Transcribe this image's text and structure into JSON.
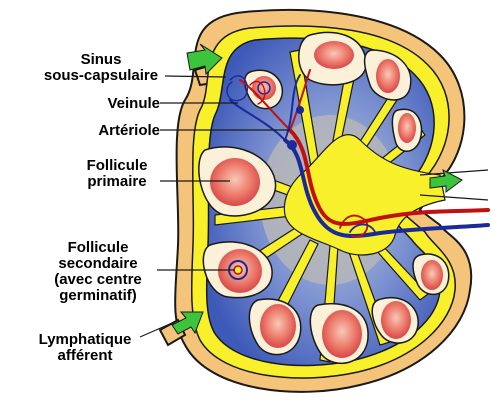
{
  "labels": {
    "sinus": [
      "Sinus",
      "sous-capsulaire"
    ],
    "veinule": "Veinule",
    "arteriole": "Artériole",
    "follicule_primaire": [
      "Follicule",
      "primaire"
    ],
    "follicule_secondaire": [
      "Follicule",
      "secondaire",
      "(avec centre",
      "germinatif)"
    ],
    "lymphatique": [
      "Lymphatique",
      "afférent"
    ]
  },
  "colors": {
    "capsule": "#f3c47a",
    "capsule_outline": "#1a1a1a",
    "sinus_yellow": "#f7f02a",
    "cortex_blue": "#5a78c8",
    "medulla_grey": "#b8b8b8",
    "follicle_cream": "#fbf0d8",
    "follicle_red": "#e86060",
    "arrow_green": "#3cc43c",
    "vein_blue": "#1a2a9a",
    "artery_red": "#c01010"
  }
}
